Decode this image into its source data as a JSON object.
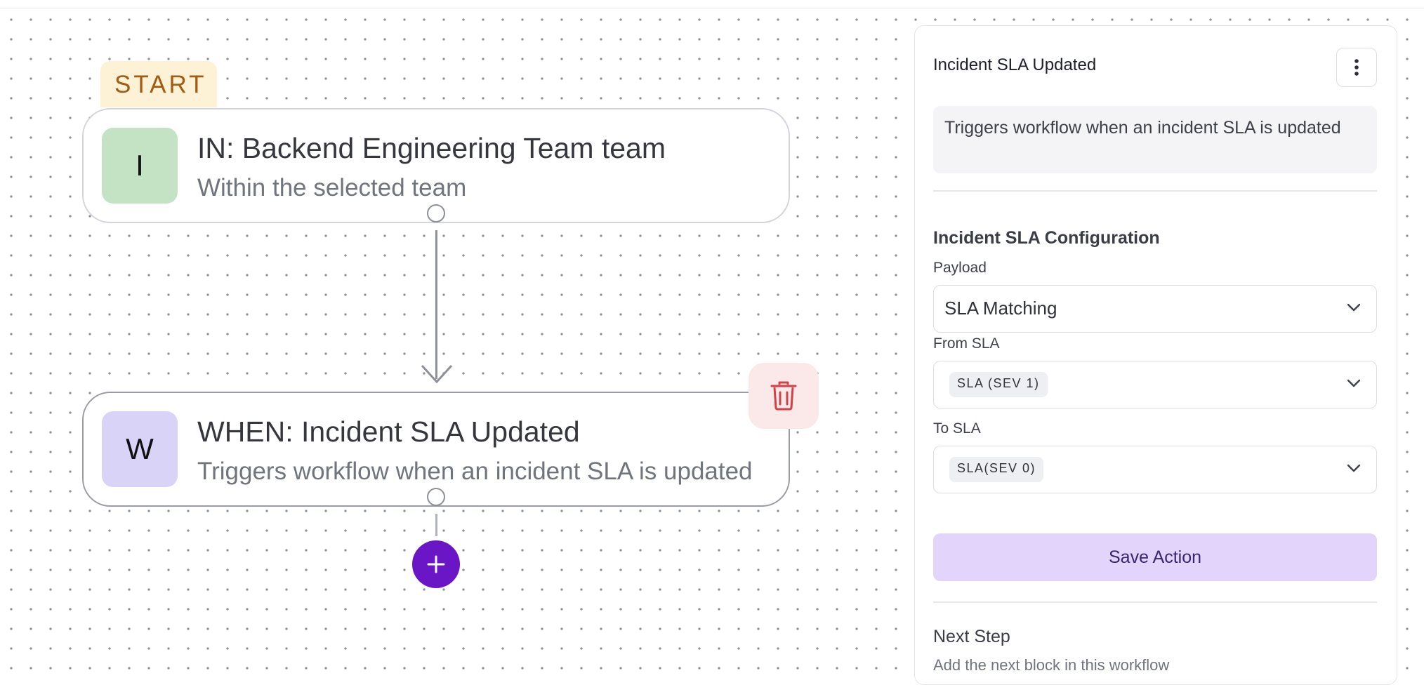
{
  "canvas": {
    "start_label": "START",
    "in_node": {
      "avatar_letter": "I",
      "title": "IN: Backend Engineering Team team",
      "subtitle": "Within the selected team"
    },
    "when_node": {
      "avatar_letter": "W",
      "title": "WHEN: Incident SLA Updated",
      "subtitle": "Triggers workflow when an incident SLA is updated"
    },
    "icons": {
      "delete": "trash-icon",
      "add": "plus-icon"
    }
  },
  "panel": {
    "title": "Incident SLA Updated",
    "description": "Triggers workflow when an incident SLA is updated",
    "config_title": "Incident SLA Configuration",
    "payload": {
      "label": "Payload",
      "value": "SLA Matching"
    },
    "from_sla": {
      "label": "From SLA",
      "value": "SLA (SEV 1)"
    },
    "to_sla": {
      "label": "To SLA",
      "value": "SLA(SEV 0)"
    },
    "save_label": "Save Action",
    "next_step": {
      "title": "Next Step",
      "subtitle": "Add the next block in this workflow"
    }
  },
  "colors": {
    "accent": "#6a16c7",
    "save_bg": "#e3d4fb",
    "delete_bg": "#fbe9ea",
    "delete_icon": "#d24148",
    "start_bg": "#fdf1d6",
    "start_text": "#a35a12"
  }
}
